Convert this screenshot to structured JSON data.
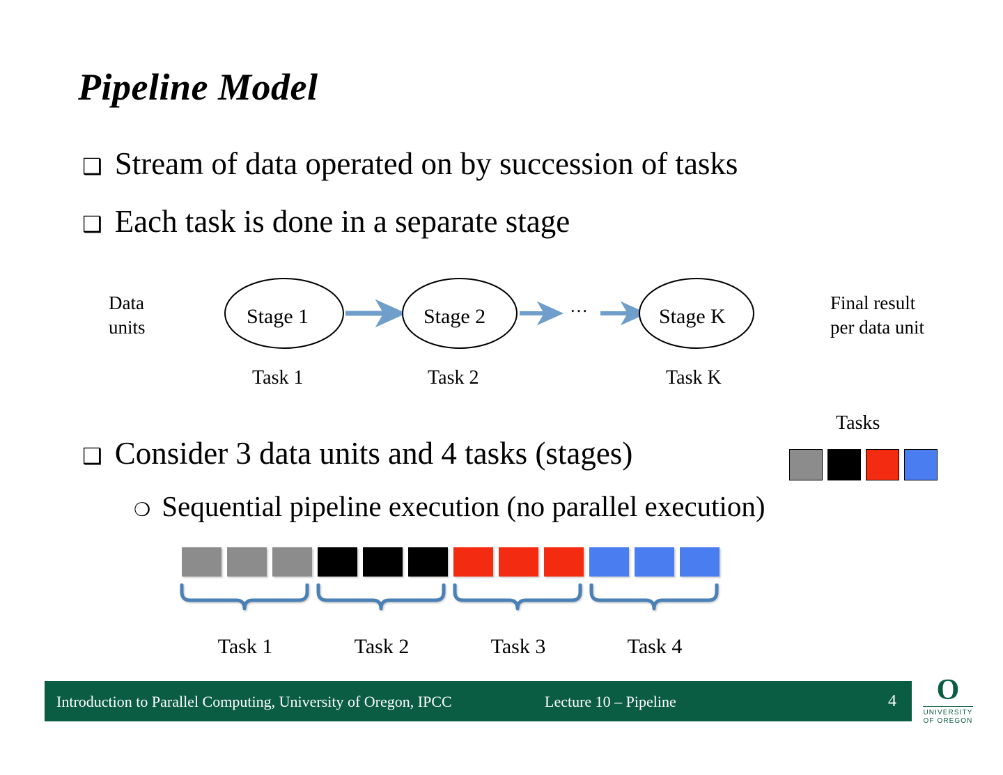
{
  "slide": {
    "title": "Pipeline Model",
    "bullet_marker": "❑",
    "subbullet_marker": "❍",
    "bullets": [
      {
        "text": "Stream of data operated on by succession of tasks"
      },
      {
        "text": "Each task is done in a separate stage"
      },
      {
        "text": "Consider 3 data units and 4 tasks (stages)"
      }
    ],
    "subbullet": "Sequential pipeline execution (no parallel execution)"
  },
  "diagram": {
    "input_label_line1": "Data",
    "input_label_line2": "units",
    "output_label_line1": "Final result",
    "output_label_line2": "per data unit",
    "ellipsis": "…",
    "stages": [
      {
        "stage": "Stage 1",
        "task": "Task 1"
      },
      {
        "stage": "Stage 2",
        "task": "Task 2"
      },
      {
        "stage": "Stage K",
        "task": "Task K"
      }
    ],
    "arrow_color": "#6e9ec9",
    "ellipse_stroke": "#000000",
    "ellipse_fill": "#ffffff"
  },
  "legend": {
    "label": "Tasks",
    "swatches": [
      {
        "name": "task-1-color",
        "color": "#8c8c8c"
      },
      {
        "name": "task-2-color",
        "color": "#000000"
      },
      {
        "name": "task-3-color",
        "color": "#f32b11"
      },
      {
        "name": "task-4-color",
        "color": "#4a7ef0"
      }
    ]
  },
  "sequential_execution": {
    "blocks": [
      "#8c8c8c",
      "#8c8c8c",
      "#8c8c8c",
      "#000000",
      "#000000",
      "#000000",
      "#f32b11",
      "#f32b11",
      "#f32b11",
      "#4a7ef0",
      "#4a7ef0",
      "#4a7ef0"
    ],
    "brace_color": "#4a80b5",
    "group_labels": [
      "Task 1",
      "Task 2",
      "Task 3",
      "Task 4"
    ]
  },
  "footer": {
    "left": "Introduction to Parallel Computing, University of Oregon, IPCC",
    "center": "Lecture 10 – Pipeline",
    "page": "4",
    "bar_color": "#0a5c42",
    "logo": {
      "mark": "O",
      "line1": "UNIVERSITY",
      "line2": "OF OREGON"
    }
  }
}
